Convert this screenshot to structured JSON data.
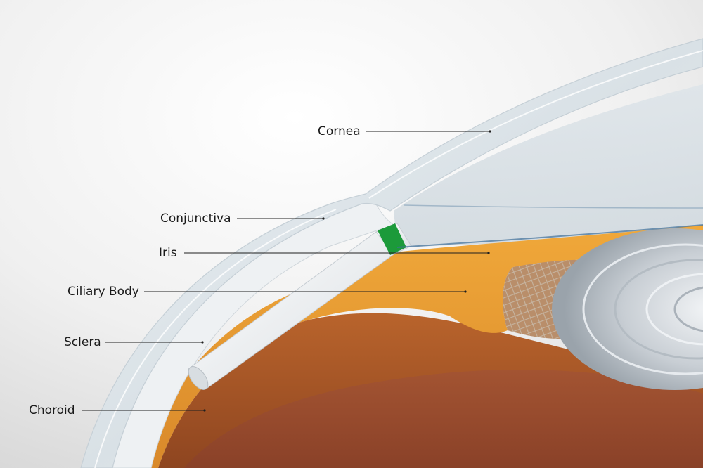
{
  "labels": {
    "cornea": "Cornea",
    "conjunctiva": "Conjunctiva",
    "iris": "Iris",
    "ciliary_body": "Ciliary Body",
    "sclera": "Sclera",
    "choroid": "Choroid"
  },
  "colors": {
    "background": "#e9e9e9",
    "cornea": "#dfe6ea",
    "sclera": "#eef1f3",
    "orange_tissue": "#e39a2f",
    "choroid": "#a04e23",
    "implant": "#f4f5f6",
    "implant_band": "#1c9a3a",
    "lens": "#c9ced3",
    "leader_line": "#1f1f1f"
  }
}
